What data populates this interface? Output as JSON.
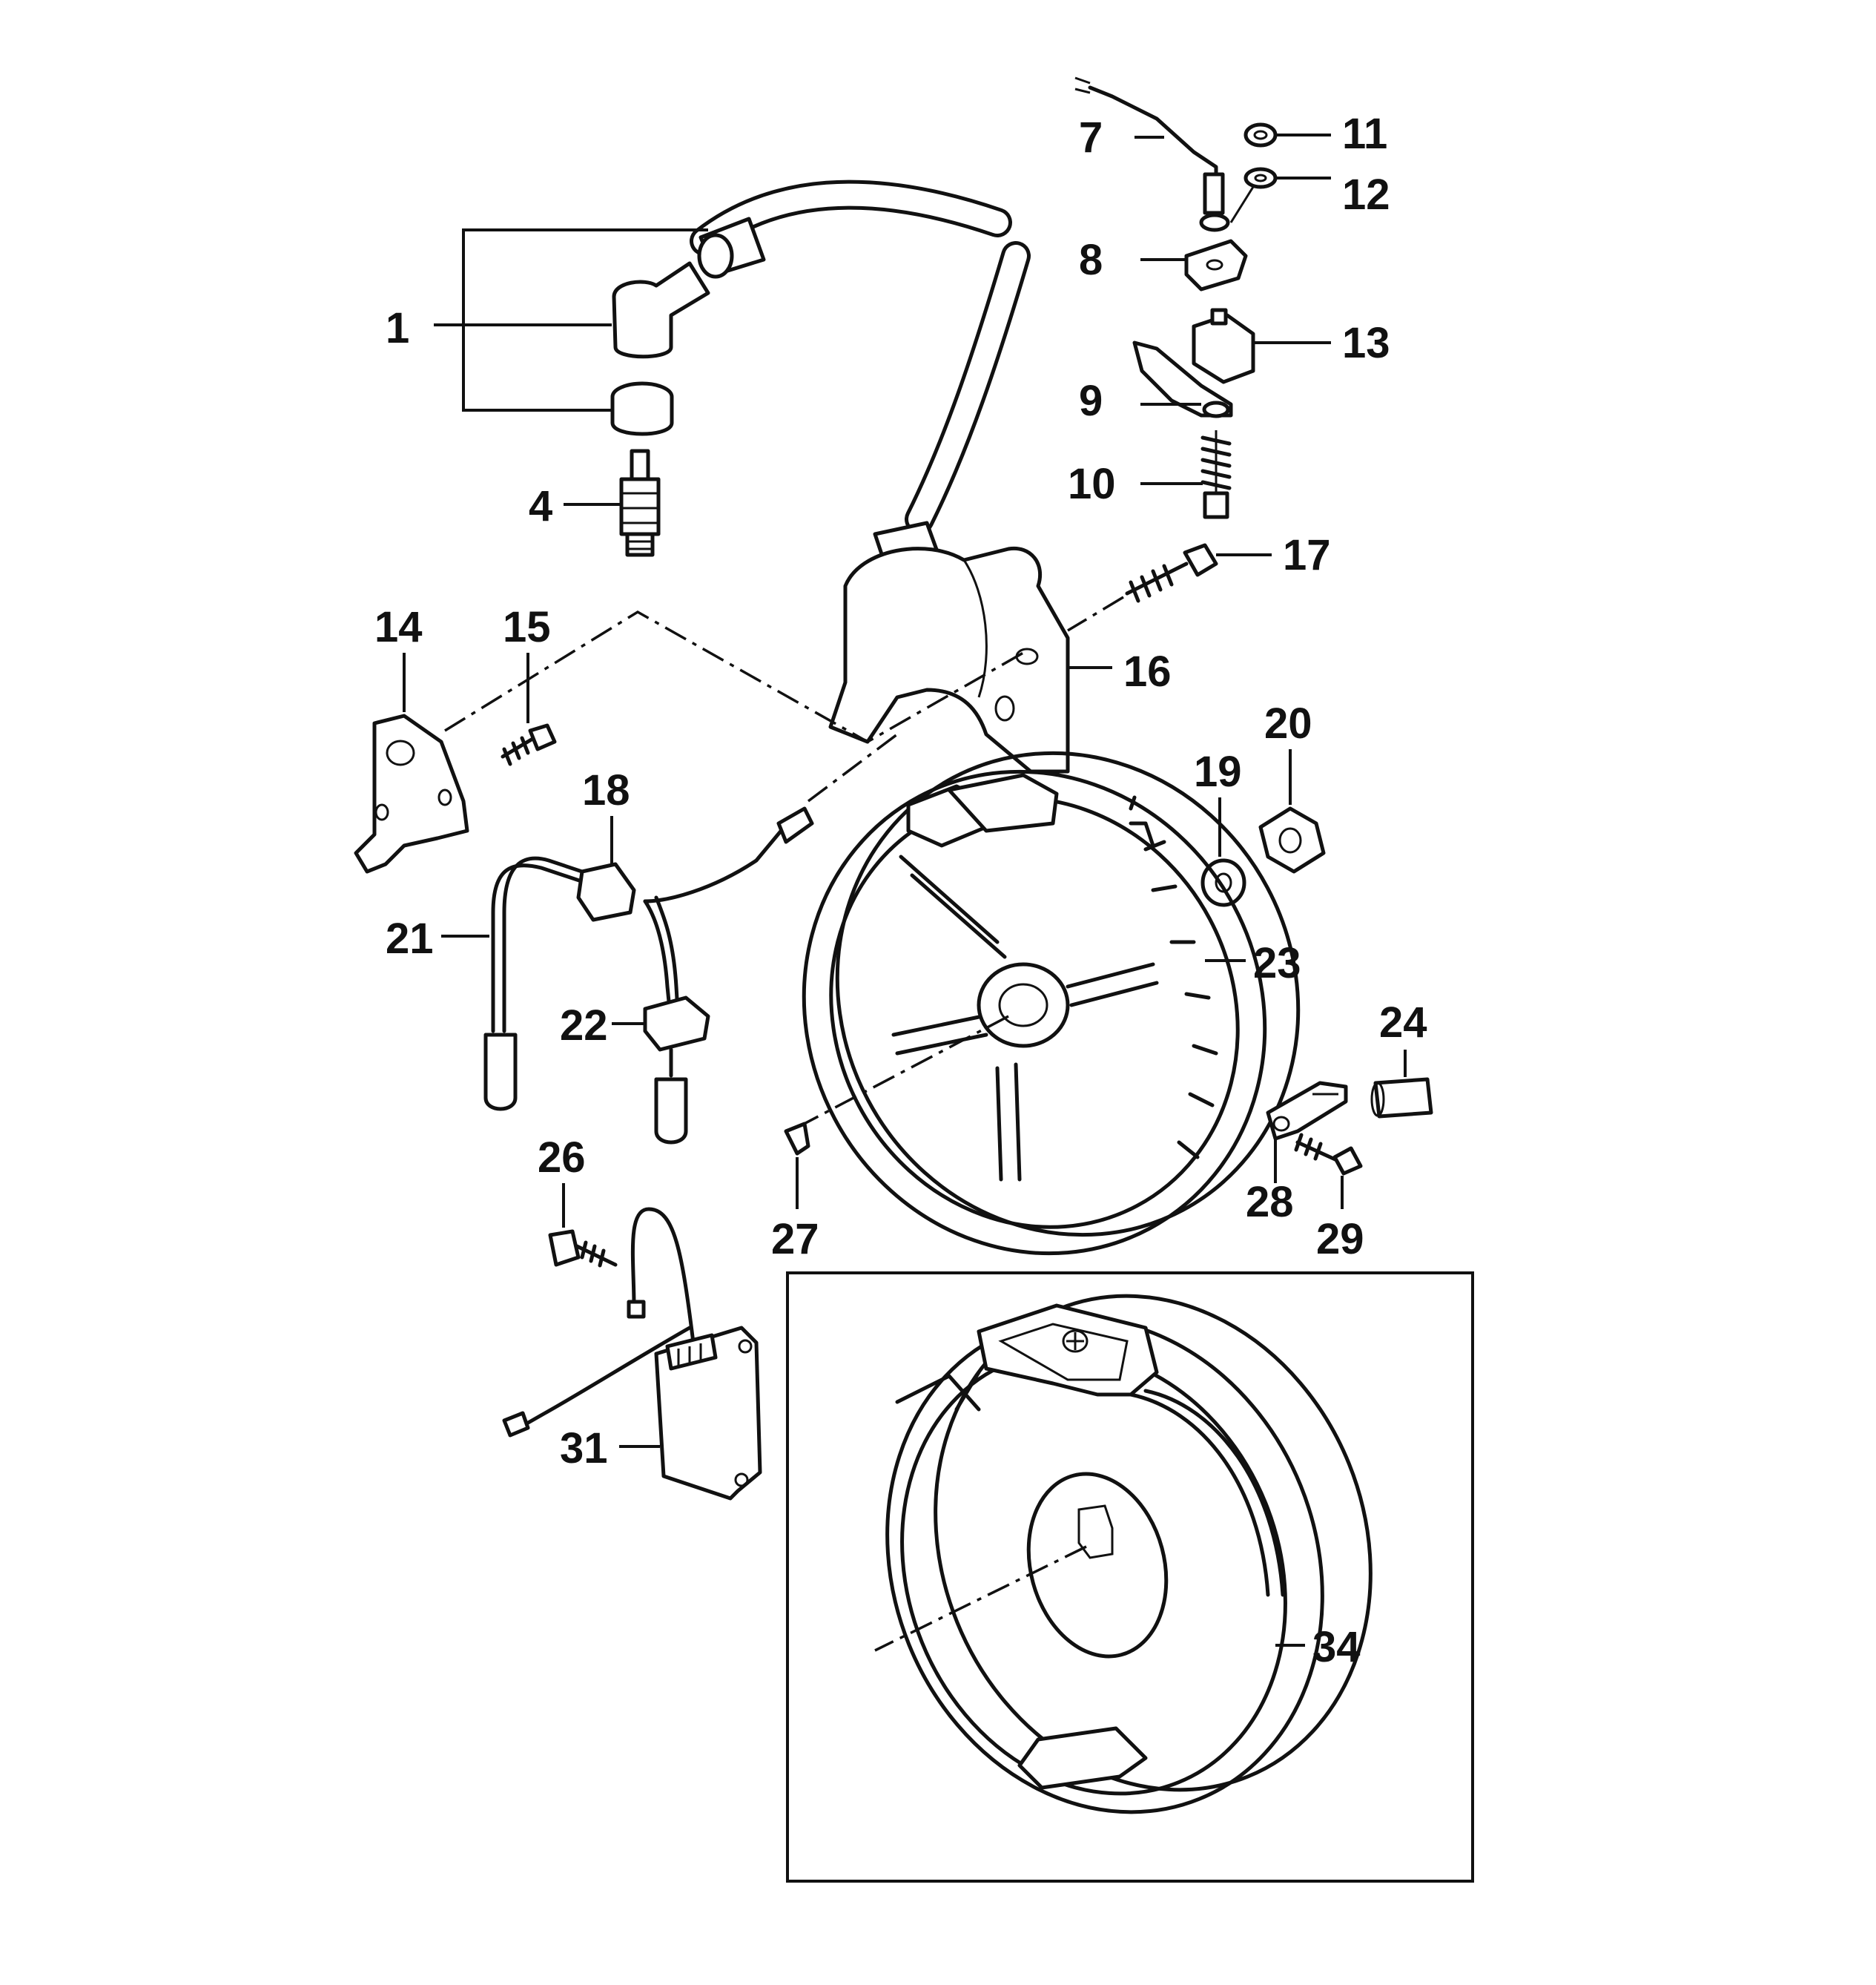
{
  "callouts": {
    "c1": "1",
    "c4": "4",
    "c7": "7",
    "c8": "8",
    "c9": "9",
    "c10": "10",
    "c11": "11",
    "c12": "12",
    "c13": "13",
    "c14": "14",
    "c15": "15",
    "c16": "16",
    "c17": "17",
    "c18": "18",
    "c19": "19",
    "c20": "20",
    "c21": "21",
    "c22": "22",
    "c23": "23",
    "c24": "24",
    "c26": "26",
    "c27": "27",
    "c28": "28",
    "c29": "29",
    "c31": "31",
    "c34": "34"
  }
}
